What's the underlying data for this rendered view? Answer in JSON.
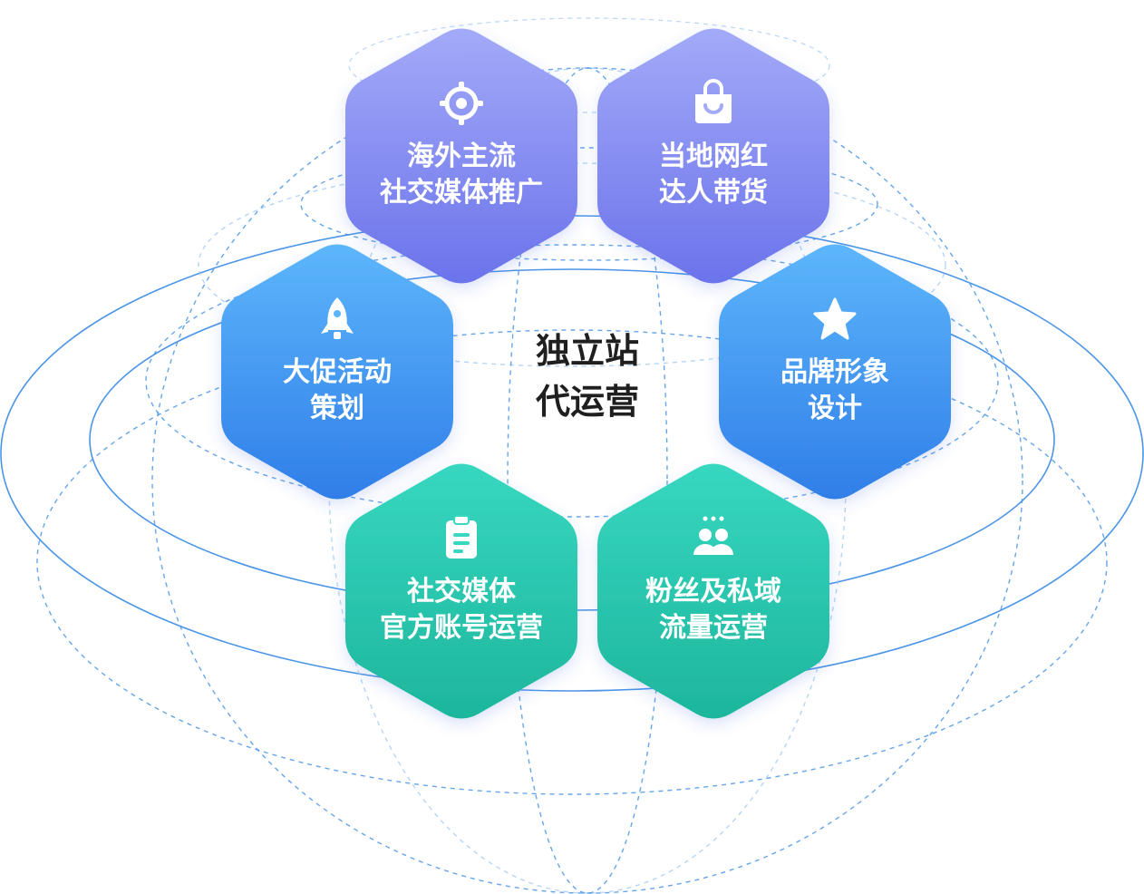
{
  "center": {
    "lines": [
      "独立站",
      "代运营"
    ]
  },
  "nodes": [
    {
      "id": "overseas-social-promotion",
      "icon": "target-icon",
      "gradient": "purple",
      "lines": [
        "海外主流",
        "社交媒体推广"
      ]
    },
    {
      "id": "local-influencer-sales",
      "icon": "shopping-bag-icon",
      "gradient": "purple",
      "lines": [
        "当地网红",
        "达人带货"
      ]
    },
    {
      "id": "big-promotion-planning",
      "icon": "rocket-icon",
      "gradient": "blue",
      "lines": [
        "大促活动",
        "策划"
      ]
    },
    {
      "id": "brand-image-design",
      "icon": "star-icon",
      "gradient": "blue",
      "lines": [
        "品牌形象",
        "设计"
      ]
    },
    {
      "id": "official-account-operation",
      "icon": "clipboard-icon",
      "gradient": "green",
      "lines": [
        "社交媒体",
        "官方账号运营"
      ]
    },
    {
      "id": "fans-private-traffic-operation",
      "icon": "user-group-icon",
      "gradient": "green",
      "lines": [
        "粉丝及私域",
        "流量运营"
      ]
    }
  ],
  "colors": {
    "purple_top": "#A3AAF8",
    "purple_bottom": "#6B73EB",
    "blue_top": "#5DB6FB",
    "blue_bottom": "#2F7EE8",
    "green_top": "#37D7C0",
    "green_bottom": "#1DB69C",
    "globe_line": "#4B95E8",
    "globe_line_light": "#9FC7F2"
  }
}
